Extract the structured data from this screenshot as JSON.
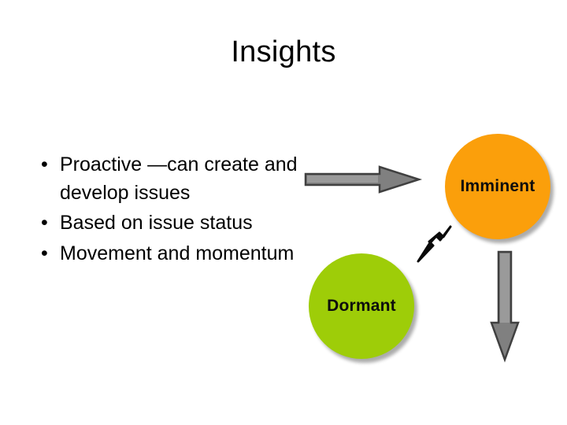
{
  "slide": {
    "title": "Insights",
    "background_color": "#ffffff"
  },
  "bullets": [
    {
      "marker": "•",
      "text": "Proactive —can create and develop issues"
    },
    {
      "marker": "•",
      "text": "Based on issue status"
    },
    {
      "marker": "•",
      "text": "Movement and momentum"
    }
  ],
  "diagram": {
    "nodes": [
      {
        "id": "imminent",
        "label": "Imminent",
        "color": "#fb9f0b",
        "text_color": "#0d0d0d"
      },
      {
        "id": "dormant",
        "label": "Dormant",
        "color": "#9ecd08",
        "text_color": "#0d0d0d"
      }
    ],
    "arrows": [
      {
        "id": "arrow-right",
        "direction": "right",
        "fill": "#808080",
        "stroke": "#404040"
      },
      {
        "id": "arrow-down",
        "direction": "down",
        "fill": "#808080",
        "stroke": "#404040"
      },
      {
        "id": "arrow-diagonal",
        "direction": "up-right",
        "fill": "#000000",
        "stroke": "#000000"
      }
    ]
  }
}
